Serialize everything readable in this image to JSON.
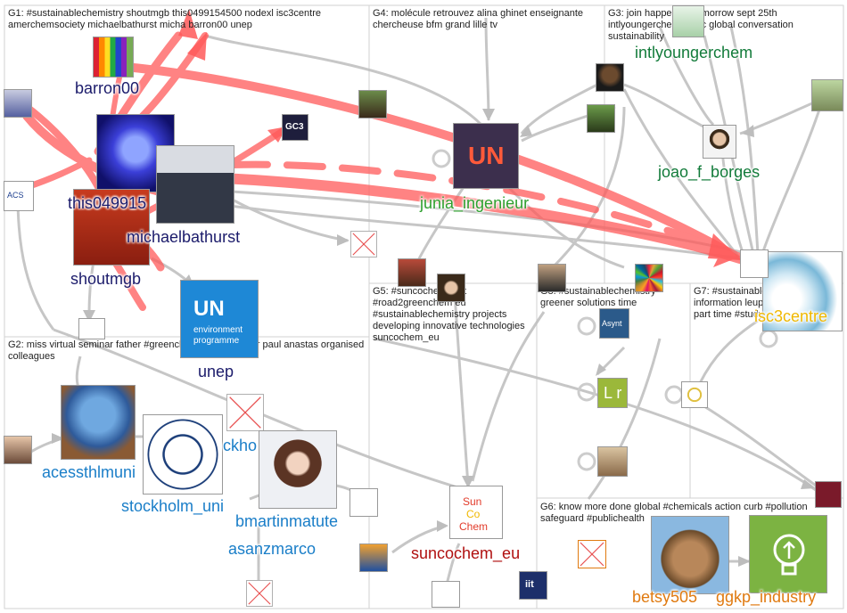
{
  "groups": [
    {
      "id": "G1",
      "label": "G1: #sustainablechemistry shoutmgb this0499154500 nodexl isc3centre amerchemsociety michaelbathurst micha barron00 unep"
    },
    {
      "id": "G2",
      "label": "G2: miss virtual seminar father #greenchemistry professor paul anastas organised colleagues"
    },
    {
      "id": "G3",
      "label": "G3: join happening tomorrow sept 25th intlyoungerchem iupac global conversation sustainability"
    },
    {
      "id": "G4",
      "label": "G4: molécule retrouvez alina ghinet enseignante chercheuse bfm grand lille tv"
    },
    {
      "id": "G5",
      "label": "G5: #suncochem part #road2greenchem eu #sustainablechemistry projects developing innovative technologies suncochem_eu"
    },
    {
      "id": "G6",
      "label": "G6: know more done global #chemicals action curb #pollution safeguard #publichealth"
    },
    {
      "id": "G7",
      "label": "G7: #sustainablechemistry information leuphana interested part time #study program"
    },
    {
      "id": "G8",
      "label": "G8: #sustainablechemistry greener solutions time"
    }
  ],
  "nodes": {
    "barron00": "barron00",
    "this0499154500": "this049915",
    "michaelbathurst": "michaelbathurst",
    "shoutmgb": "shoutmgb",
    "unep": "unep",
    "acessthlmuni": "acessthlmuni",
    "stockholm_uni": "stockholm_uni",
    "stockholm_partial": "ckho",
    "bmartinmatute": "bmartinmatute",
    "asanzmarco": "asanzmarco",
    "junia_ingenieur": "junia_ingenieur",
    "intlyoungerchem": "intlyoungerchem",
    "joao_f_borges": "joao_f_borges",
    "isc3centre": "isc3centre",
    "suncochem_eu": "suncochem_eu",
    "betsy505": "betsy505",
    "ggkp_industry": "ggkp_industry"
  },
  "icons": {
    "junia_logo_text": "UN",
    "suncochem_logo": [
      "Sun",
      "Co",
      "Chem"
    ],
    "unep_logo": [
      "UN",
      "environment",
      "programme"
    ],
    "gc3": "GC3",
    "acs": "ACS",
    "iit": "iit",
    "asynt": "Asynt",
    "lr": "L r"
  },
  "colors": {
    "g1_label": "#1b1b6b",
    "g2_label": "#1a7ec8",
    "g3_label": "#127b3a",
    "g4_label": "#2fa02f",
    "g5_label": "#b01010",
    "g6_label": "#e07a10",
    "g7_label": "#f0b800",
    "edge_red": "#ff5a5a",
    "edge_gray": "#bfbfbf"
  }
}
